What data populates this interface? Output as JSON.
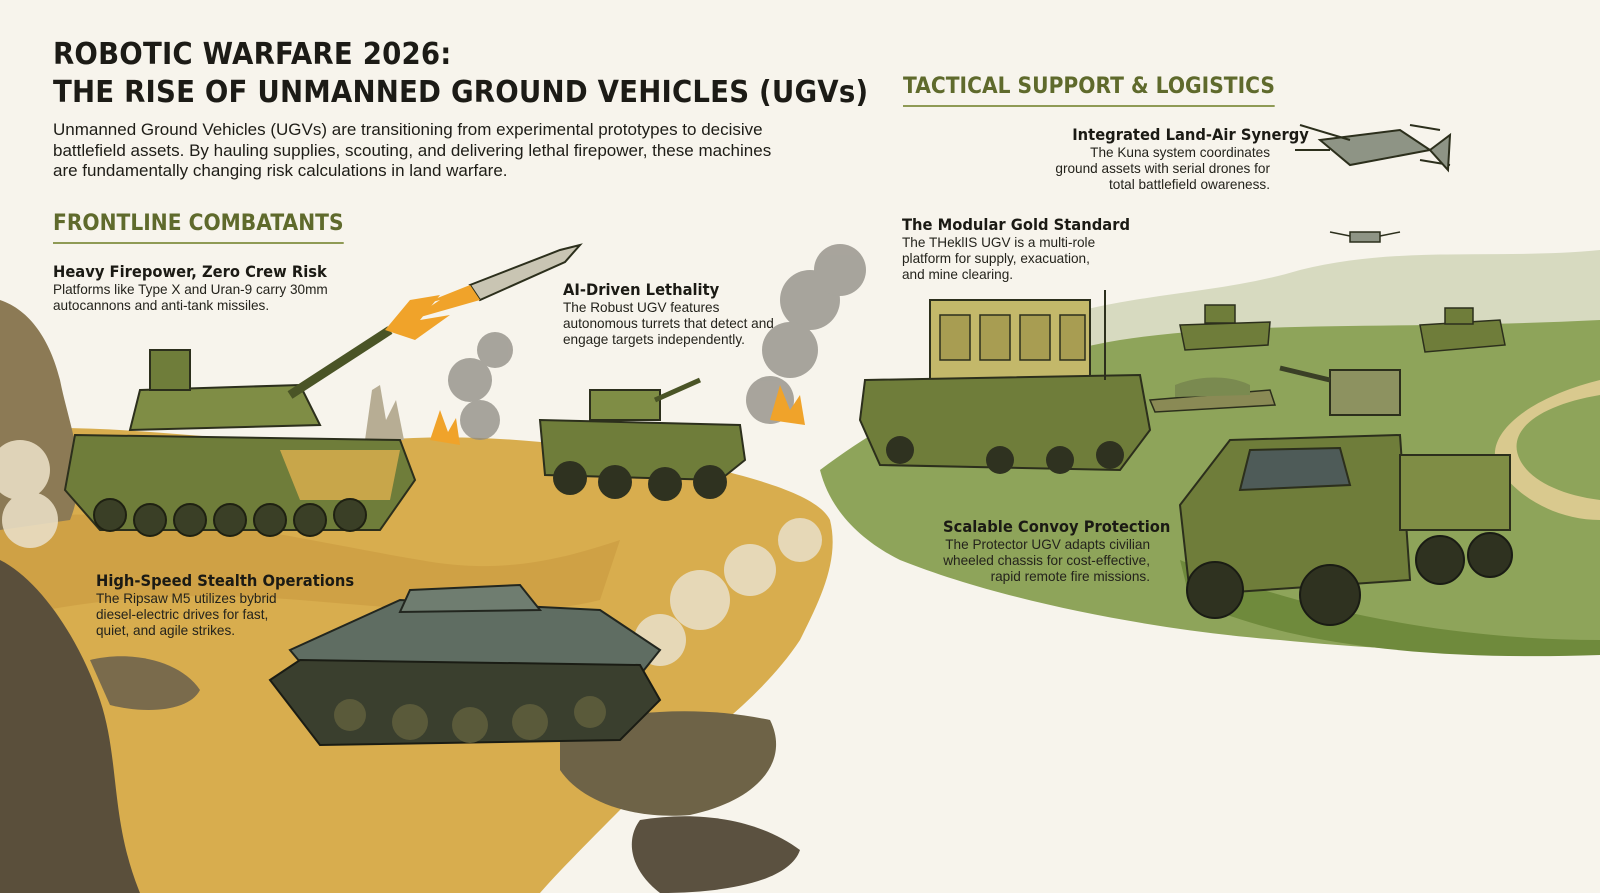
{
  "title": {
    "line1": "ROBOTIC WARFARE 2026:",
    "line2": "THE RISE OF UNMANNED GROUND VEHICLES (UGVs)"
  },
  "intro": "Unmanned Ground Vehicles (UGVs) are transitioning from experimental prototypes to decisive battlefield assets. By hauling supplies, scouting, and delivering lethal firepower, these machines are fundamentally changing risk calculations in land warfare.",
  "sections": {
    "frontline": "FRONTLINE COMBATANTS",
    "tactical": "TACTICAL SUPPORT & LOGISTICS"
  },
  "callouts": {
    "heavy_firepower": {
      "heading": "Heavy Firepower, Zero Crew Risk",
      "text": "Platforms like Type X and Uran-9 carry 30mm autocannons and anti-tank missiles."
    },
    "ai_lethality": {
      "heading": "AI-Driven Lethality",
      "text": "The Robust UGV features autonomous turrets that detect and engage targets independently."
    },
    "stealth_ops": {
      "heading": "High-Speed Stealth Operations",
      "text": "The Ripsaw M5 utilizes bybrid diesel-electric drives for fast, quiet, and agile strikes."
    },
    "land_air": {
      "heading": "Integrated Land-Air Synergy",
      "text": "The Kuna system coordinates ground assets with serial drones for total battlefield owareness."
    },
    "modular": {
      "heading": "The Modular Gold Standard",
      "text": "The THeklIS UGV is a multi-role platform for supply, exacuation, and mine clearing."
    },
    "convoy": {
      "heading": "Scalable Convoy Protection",
      "text": "The Protector UGV adapts civilian wheeled chassis for cost-effective, rapid remote fire missions."
    }
  },
  "illustration": {
    "palette": {
      "olive": "#6f7d3a",
      "olive_dark": "#4a5426",
      "sand": "#d8ad4e",
      "grass": "#8ea45a",
      "smoke": "#8d8a82",
      "fire": "#f0a32a",
      "steel": "#5f6d62"
    },
    "icons": [
      "heavy-tank-icon",
      "wheeled-ugv-icon",
      "tracked-stealth-ugv-icon",
      "cargo-ugv-icon",
      "armored-truck-icon",
      "quadcopter-drone-icon",
      "missile-icon"
    ]
  }
}
